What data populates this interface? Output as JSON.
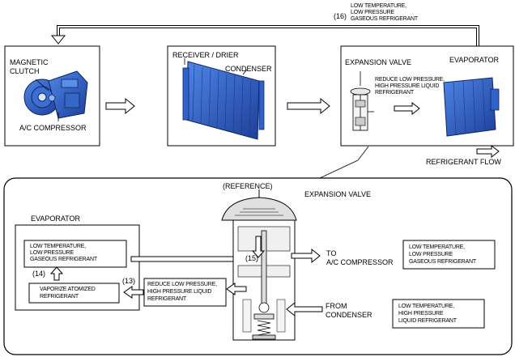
{
  "flow_label": "(16)",
  "flow_text": [
    "LOW TEMPERATURE,",
    "LOW PRESSURE",
    "GASEOUS REFRIGERANT"
  ],
  "panel1": {
    "magnetic_clutch": [
      "MAGNETIC",
      "CLUTCH"
    ],
    "ac_compressor": "A/C COMPRESSOR"
  },
  "panel2": {
    "receiver_drier": "RECEIVER / DRIER",
    "condenser": "CONDENSER"
  },
  "panel3": {
    "expansion_valve": "EXPANSION VALVE",
    "evaporator": "EVAPORATOR",
    "reduce_text": [
      "REDUCE LOW PRESSURE,",
      "HIGH PRESSURE LIQUID",
      "REFRIGERANT"
    ]
  },
  "legend": "REFRIGERANT FLOW",
  "detail": {
    "reference": "(REFERENCE)",
    "expansion_valve": "EXPANSION VALVE",
    "evaporator_title": "EVAPORATOR",
    "evap_gas_box": [
      "LOW TEMPERATURE,",
      "LOW PRESSURE",
      "GASEOUS REFRIGERANT"
    ],
    "vaporize_box": [
      "VAPORIZE ATOMIZED",
      "REFRIGERANT"
    ],
    "step14": "(14)",
    "step13": "(13)",
    "step15": "(15)",
    "reduce_box": [
      "REDUCE LOW PRESSURE,",
      "HIGH PRESSURE LIQUID",
      "REFRIGERANT"
    ],
    "to_ac": [
      "TO",
      "A/C COMPRESSOR"
    ],
    "from_condenser": [
      "FROM",
      "CONDENSER"
    ],
    "legend_gas": [
      "LOW TEMPERATURE,",
      "LOW PRESSURE",
      "GASEOUS REFRIGERANT"
    ],
    "legend_liquid": [
      "LOW TEMPERATURE,",
      "HIGH PRESSURE",
      "LIQUID REFRIGERANT"
    ]
  },
  "colors": {
    "component_blue": "#2f63c8",
    "component_dark": "#1a3a8a",
    "arrow_fill": "#ffffff"
  }
}
